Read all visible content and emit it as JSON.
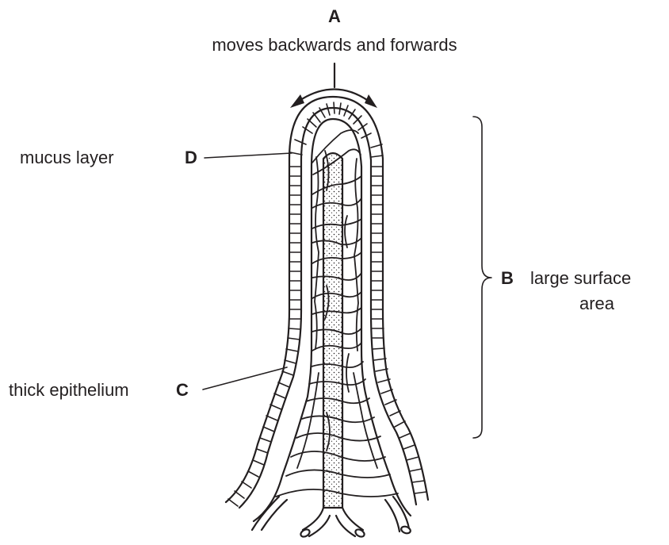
{
  "labels": {
    "a": {
      "letter": "A",
      "text": "moves backwards and forwards"
    },
    "b": {
      "letter": "B",
      "text_line1": "large surface",
      "text_line2": "area"
    },
    "c": {
      "letter": "C",
      "text": "thick epithelium"
    },
    "d": {
      "letter": "D",
      "text": "mucus layer"
    }
  },
  "colors": {
    "ink": "#231f20",
    "background": "#ffffff"
  }
}
